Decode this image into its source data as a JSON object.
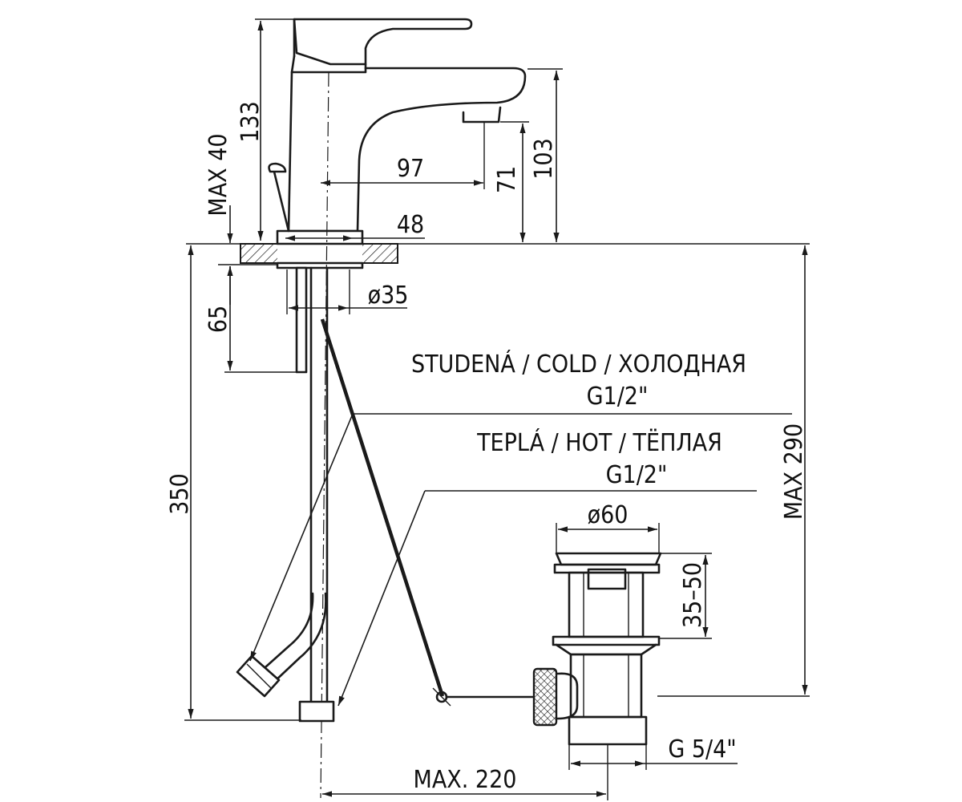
{
  "dimensions": {
    "faucet_total_height": "133",
    "max_deck_thickness": "MAX 40",
    "spout_reach": "97",
    "spout_outlet_height": "71",
    "spout_top_height": "103",
    "base_diameter": "48",
    "shank_length": "65",
    "shank_diameter": "ø35",
    "hose_length": "350",
    "waste_max_length": "MAX 290",
    "waste_plug_diameter": "ø60",
    "waste_adjust_range": "35–50",
    "waste_thread": "G 5/4\"",
    "waste_max_reach": "MAX. 220"
  },
  "labels": {
    "cold": "STUDENÁ  /  COLD  /  ХОЛОДНАЯ",
    "cold_thread": "G1/2\"",
    "hot": "TEPLÁ  /  HOT    /  ТЁПЛАЯ",
    "hot_thread": "G1/2\""
  }
}
